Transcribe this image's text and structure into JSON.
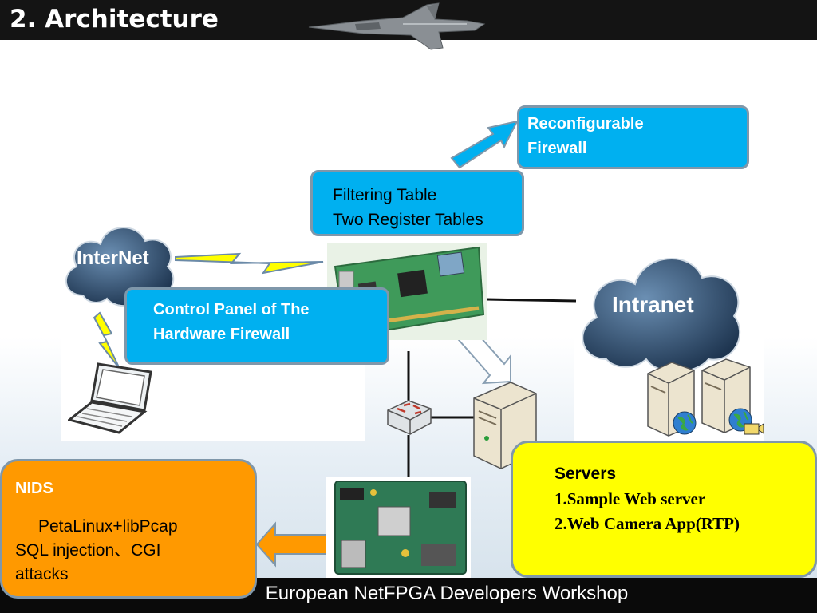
{
  "slide": {
    "title": "2. Architecture",
    "footer": "European NetFPGA Developers Workshop"
  },
  "clouds": {
    "internet": "InterNet",
    "intranet": "Intranet"
  },
  "boxes": {
    "reconfigurable": {
      "line1": "Reconfigurable",
      "line2": "Firewall"
    },
    "filtering": {
      "line1": "Filtering Table",
      "line2": "Two Register Tables"
    },
    "control_panel": {
      "line1": "Control Panel of The",
      "line2": "Hardware Firewall"
    },
    "servers": {
      "heading": "Servers",
      "item1": "1.Sample Web server",
      "item2": "2.Web Camera App(RTP)"
    },
    "nids": {
      "heading": "NIDS",
      "line1": "PetaLinux+libPcap",
      "line2": "SQL injection、CGI",
      "line3": "attacks"
    }
  },
  "colors": {
    "blue_box": "#00b0f0",
    "servers_box": "#ffff00",
    "nids_box": "#ff9900",
    "box_border": "#7f97aa",
    "title_bar": "#141414"
  },
  "icons": [
    "fighter-jet-icon",
    "cloud-icon",
    "laptop-icon",
    "router-icon",
    "server-icon",
    "netfpga-board-icon",
    "fpga-board-icon",
    "globe-icon"
  ]
}
